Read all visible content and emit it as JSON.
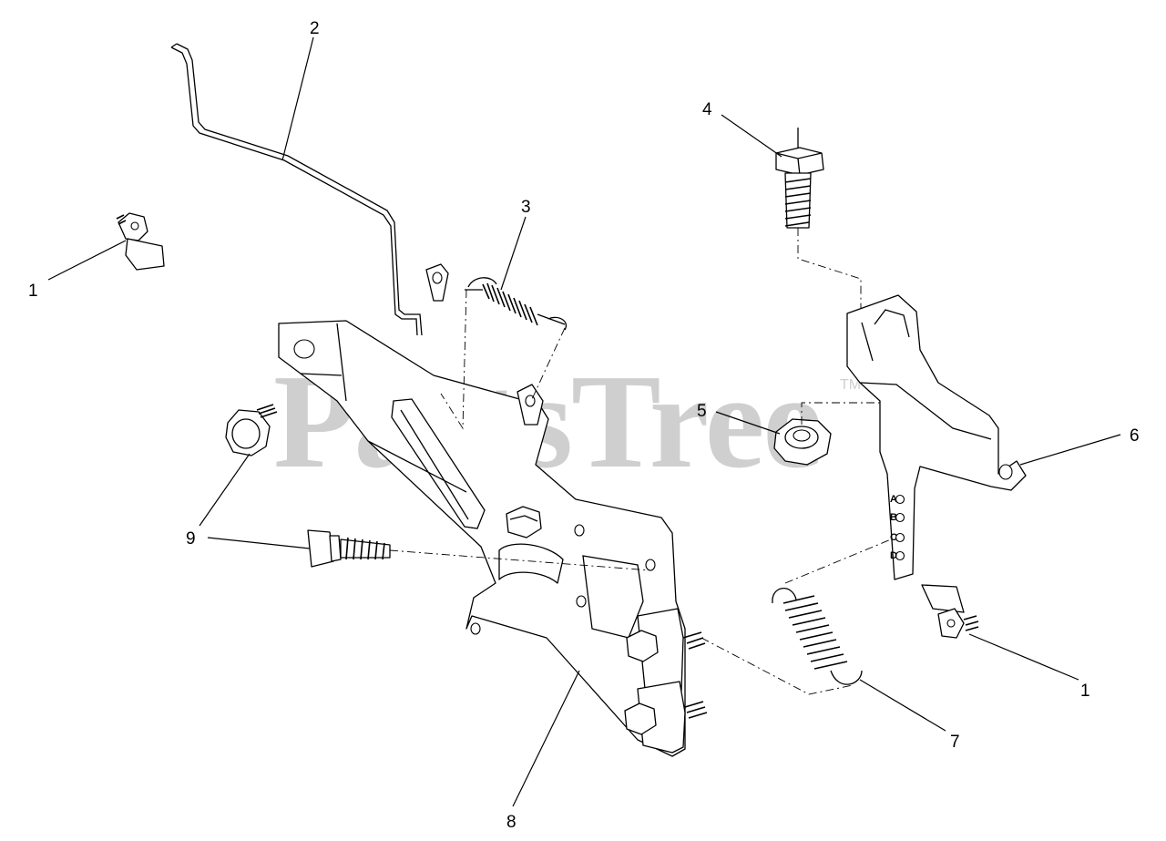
{
  "watermark": {
    "text": "PartsTree",
    "trademark": "TM"
  },
  "callouts": [
    {
      "id": "c1a",
      "label": "1"
    },
    {
      "id": "c2",
      "label": "2"
    },
    {
      "id": "c3",
      "label": "3"
    },
    {
      "id": "c4",
      "label": "4"
    },
    {
      "id": "c5",
      "label": "5"
    },
    {
      "id": "c6",
      "label": "6"
    },
    {
      "id": "c1b",
      "label": "1"
    },
    {
      "id": "c7",
      "label": "7"
    },
    {
      "id": "c8",
      "label": "8"
    },
    {
      "id": "c9",
      "label": "9"
    }
  ],
  "bracket_letters": [
    "A",
    "B",
    "C",
    "D"
  ]
}
